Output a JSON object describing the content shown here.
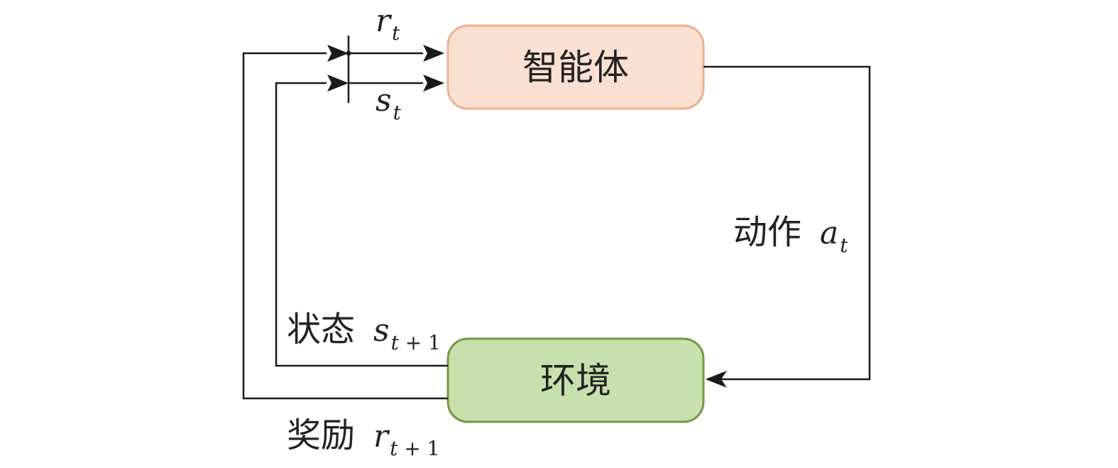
{
  "nodes": {
    "agent": {
      "label": "智能体",
      "fill": "#f9e0d0",
      "stroke": "#eeb08d"
    },
    "environment": {
      "label": "环境",
      "fill": "#c8dfae",
      "stroke": "#6f9a44"
    }
  },
  "inputs": {
    "reward": {
      "symbol": "r",
      "sub": "t"
    },
    "state": {
      "symbol": "s",
      "sub": "t"
    }
  },
  "edges": {
    "action": {
      "text": "动作",
      "symbol": "a",
      "sub": "t"
    },
    "next_state": {
      "text": "状态",
      "symbol": "s",
      "sub_var": "t",
      "sub_rest": " + 1"
    },
    "next_reward": {
      "text": "奖励",
      "symbol": "r",
      "sub_var": "t",
      "sub_rest": " + 1"
    }
  }
}
